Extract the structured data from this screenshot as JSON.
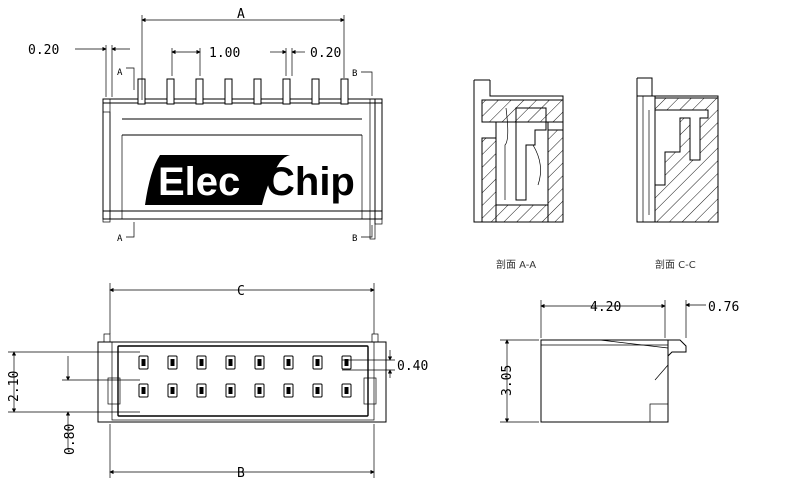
{
  "logo": {
    "part1": "Elec",
    "part2": "Chip"
  },
  "top_view": {
    "dim_A": "A",
    "dim_pin_width": "0.20",
    "dim_pitch": "1.00",
    "dim_pin_width_right": "0.20",
    "section_left_top": "A",
    "section_left_bottom": "A",
    "section_right_top": "B",
    "section_right_bottom": "B"
  },
  "bottom_view": {
    "dim_C": "C",
    "dim_B": "B",
    "dim_row_spacing": "2.10",
    "dim_offset": "0.80",
    "dim_pad": "0.40"
  },
  "section_aa": {
    "caption": "剖面 A-A"
  },
  "section_cc": {
    "caption": "剖面 C-C"
  },
  "side_view": {
    "dim_depth": "4.20",
    "dim_lead": "0.76",
    "dim_height": "3.05"
  }
}
